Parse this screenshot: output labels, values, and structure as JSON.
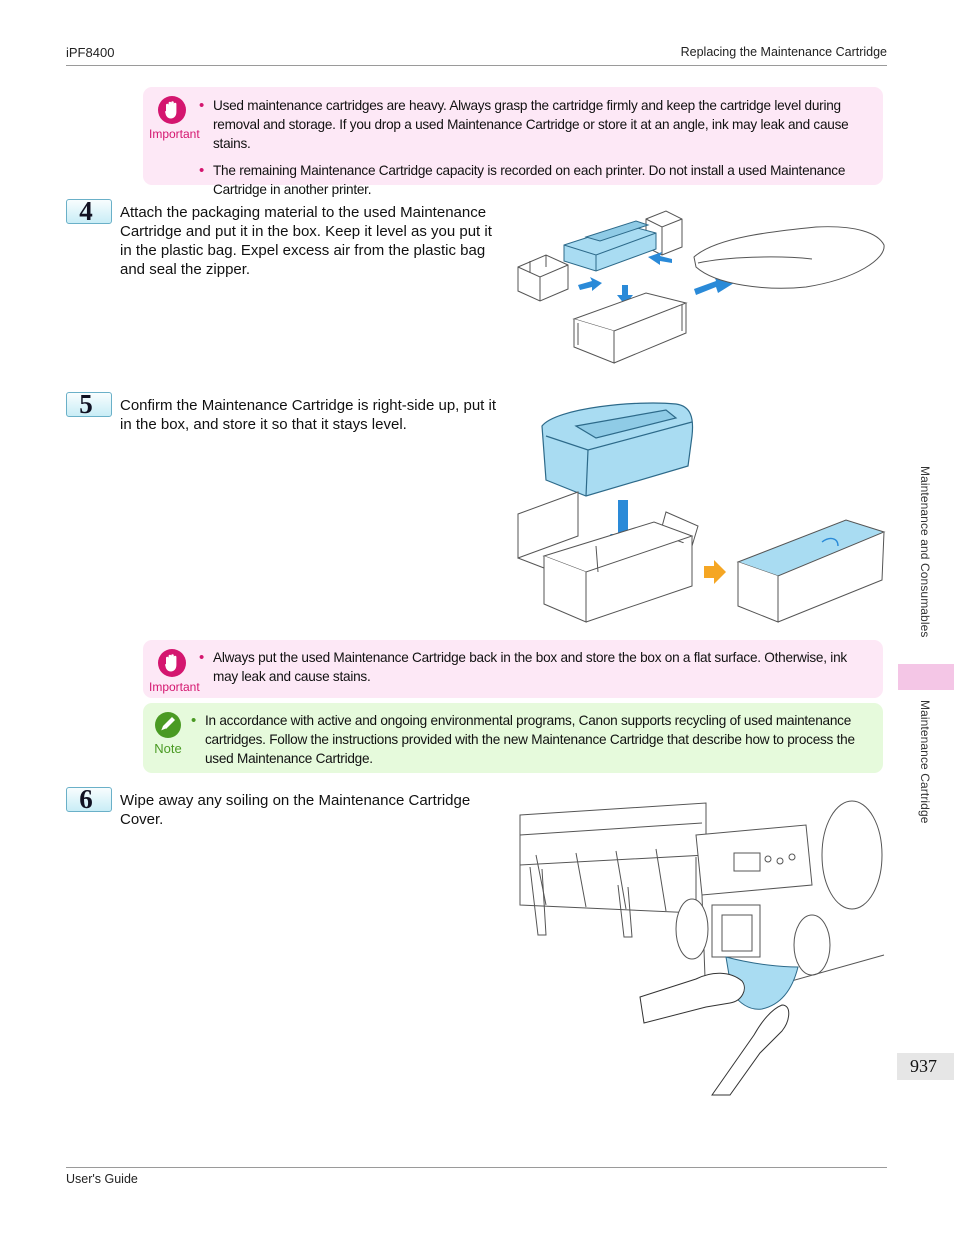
{
  "header": {
    "model": "iPF8400",
    "section": "Replacing the Maintenance Cartridge"
  },
  "important_1": {
    "label": "Important",
    "bullets": [
      "Used maintenance cartridges are heavy. Always grasp the cartridge firmly and keep the cartridge level during removal and storage. If you drop a used Maintenance Cartridge or store it at an angle, ink may leak and cause stains.",
      "The remaining Maintenance Cartridge capacity is recorded on each printer. Do not install a used Maintenance Cartridge in another printer."
    ]
  },
  "steps": [
    {
      "number": "4",
      "text": "Attach the packaging material to the used Maintenance Cartridge and put it in the box. Keep it level as you put it in the plastic bag. Expel excess air from the plastic bag and seal the zipper."
    },
    {
      "number": "5",
      "text": "Confirm the Maintenance Cartridge is right-side up, put it in the box, and store it so that it stays level."
    },
    {
      "number": "6",
      "text": "Wipe away any soiling on the Maintenance Cartridge Cover."
    }
  ],
  "important_2": {
    "label": "Important",
    "bullets": [
      "Always put the used Maintenance Cartridge back in the box and store the box on a flat surface. Otherwise, ink may leak and cause stains."
    ]
  },
  "note": {
    "label": "Note",
    "bullets": [
      "In accordance with active and ongoing environmental programs, Canon supports recycling of used maintenance cartridges. Follow the instructions provided with the new Maintenance Cartridge that describe how to process the used Maintenance Cartridge."
    ]
  },
  "sidebar": {
    "chapter": "Maintenance and Consumables",
    "section": "Maintenance Cartridge"
  },
  "page_number": "937",
  "footer": {
    "guide": "User's Guide"
  },
  "colors": {
    "important_accent": "#d4166f",
    "important_bg": "#fde8f6",
    "note_accent": "#4a9a23",
    "note_bg": "#e6fadc",
    "cartridge_blue": "#a9dcf2",
    "arrow_blue": "#2a8ad8",
    "arrow_orange": "#f5a623",
    "side_tab": "#f4c6e6"
  }
}
